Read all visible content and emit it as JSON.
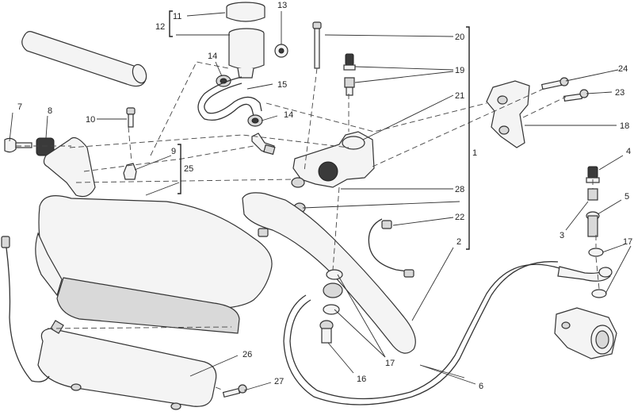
{
  "diagram": {
    "callouts": [
      "1",
      "2",
      "3",
      "4",
      "5",
      "6",
      "7",
      "8",
      "9",
      "10",
      "11",
      "12",
      "13",
      "14",
      "14",
      "15",
      "16",
      "17",
      "17",
      "18",
      "19",
      "20",
      "21",
      "22",
      "23",
      "24",
      "25",
      "26",
      "27",
      "28"
    ]
  },
  "icons": {
    "reservoir": "fluid-reservoir-icon",
    "master_cylinder": "clutch-master-cylinder-icon",
    "lever": "clutch-lever-icon",
    "slave_cylinder": "slave-cylinder-icon"
  },
  "colors": {
    "line": "#333333",
    "fill": "#f4f4f4",
    "dark": "#3a3a3a"
  }
}
